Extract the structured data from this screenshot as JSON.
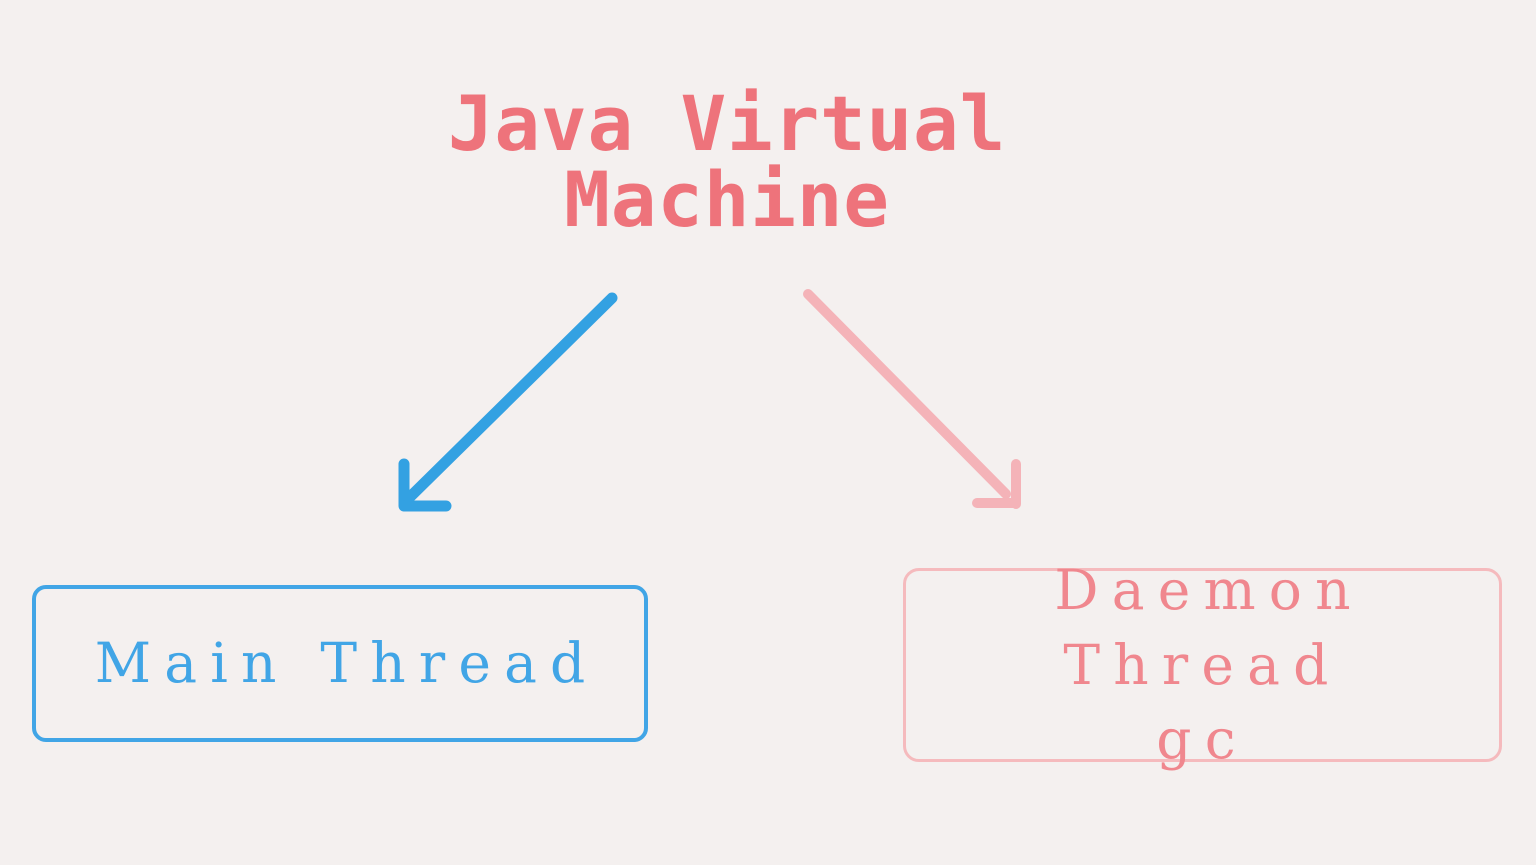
{
  "background": "#f4f0ef",
  "title": {
    "text": "Java Virtual\nMachine",
    "color": "#ee737b"
  },
  "nodes": {
    "main_thread": {
      "label": "Main Thread",
      "text_color": "#41a5e6",
      "border_color": "#41a5e6"
    },
    "daemon_thread": {
      "label": "Daemon Thread\ngc",
      "text_color": "#f0878e",
      "border_color": "#f5babd"
    }
  },
  "arrows": {
    "to_main_thread": {
      "from": "Java Virtual Machine",
      "to": "Main Thread",
      "color": "#33a1e2"
    },
    "to_daemon_thread": {
      "from": "Java Virtual Machine",
      "to": "Daemon Thread gc",
      "color": "#f4b3b8"
    }
  }
}
